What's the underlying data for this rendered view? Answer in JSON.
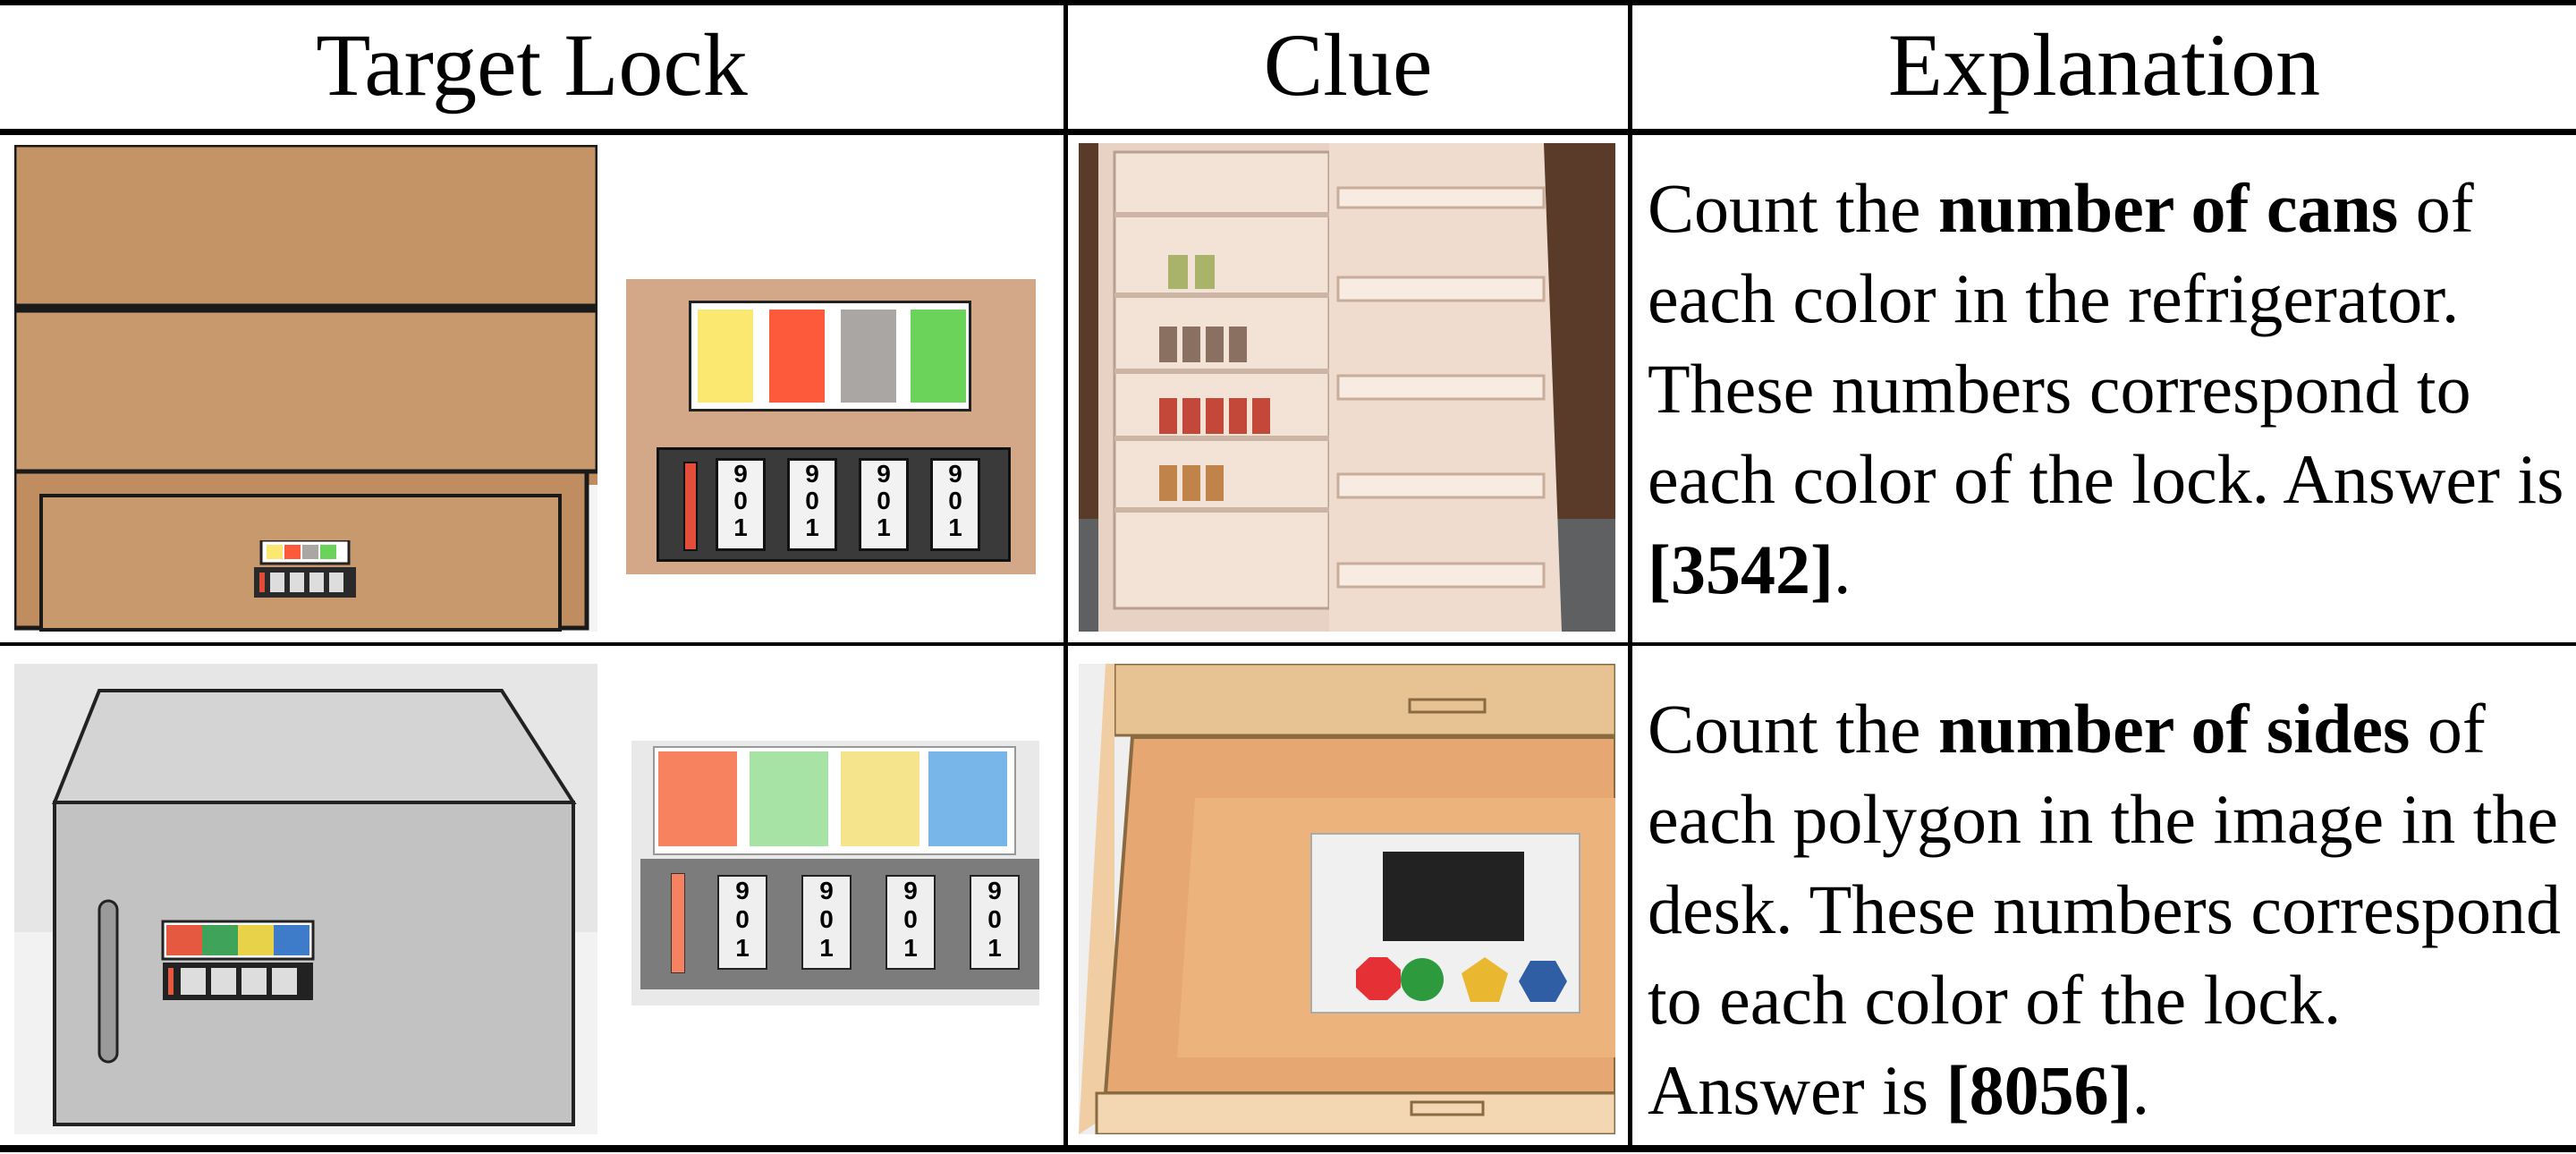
{
  "header": {
    "target_lock": "Target Lock",
    "clue": "Clue",
    "explanation": "Explanation"
  },
  "rows": [
    {
      "explanation": {
        "part1": "Count the ",
        "bold1": "number of cans",
        "part2": " of each color in the refrigerator. These numbers correspond to each color of the lock. Answer is ",
        "bold2": "[3542]",
        "part3": "."
      },
      "lock_colors": [
        "#fbe870",
        "#fc5a3a",
        "#a9a6a3",
        "#6bd359"
      ]
    },
    {
      "explanation": {
        "part1": "Count the ",
        "bold1": "number of sides",
        "part2": " of each polygon in the image in the desk. These numbers correspond to each color of the lock. Answer is ",
        "bold2": "[8056]",
        "part3": "."
      },
      "lock_colors": [
        "#f6825f",
        "#a6e3a4",
        "#f6e48d",
        "#78b6ea"
      ]
    }
  ],
  "dial_digits": [
    "9",
    "0",
    "1"
  ]
}
